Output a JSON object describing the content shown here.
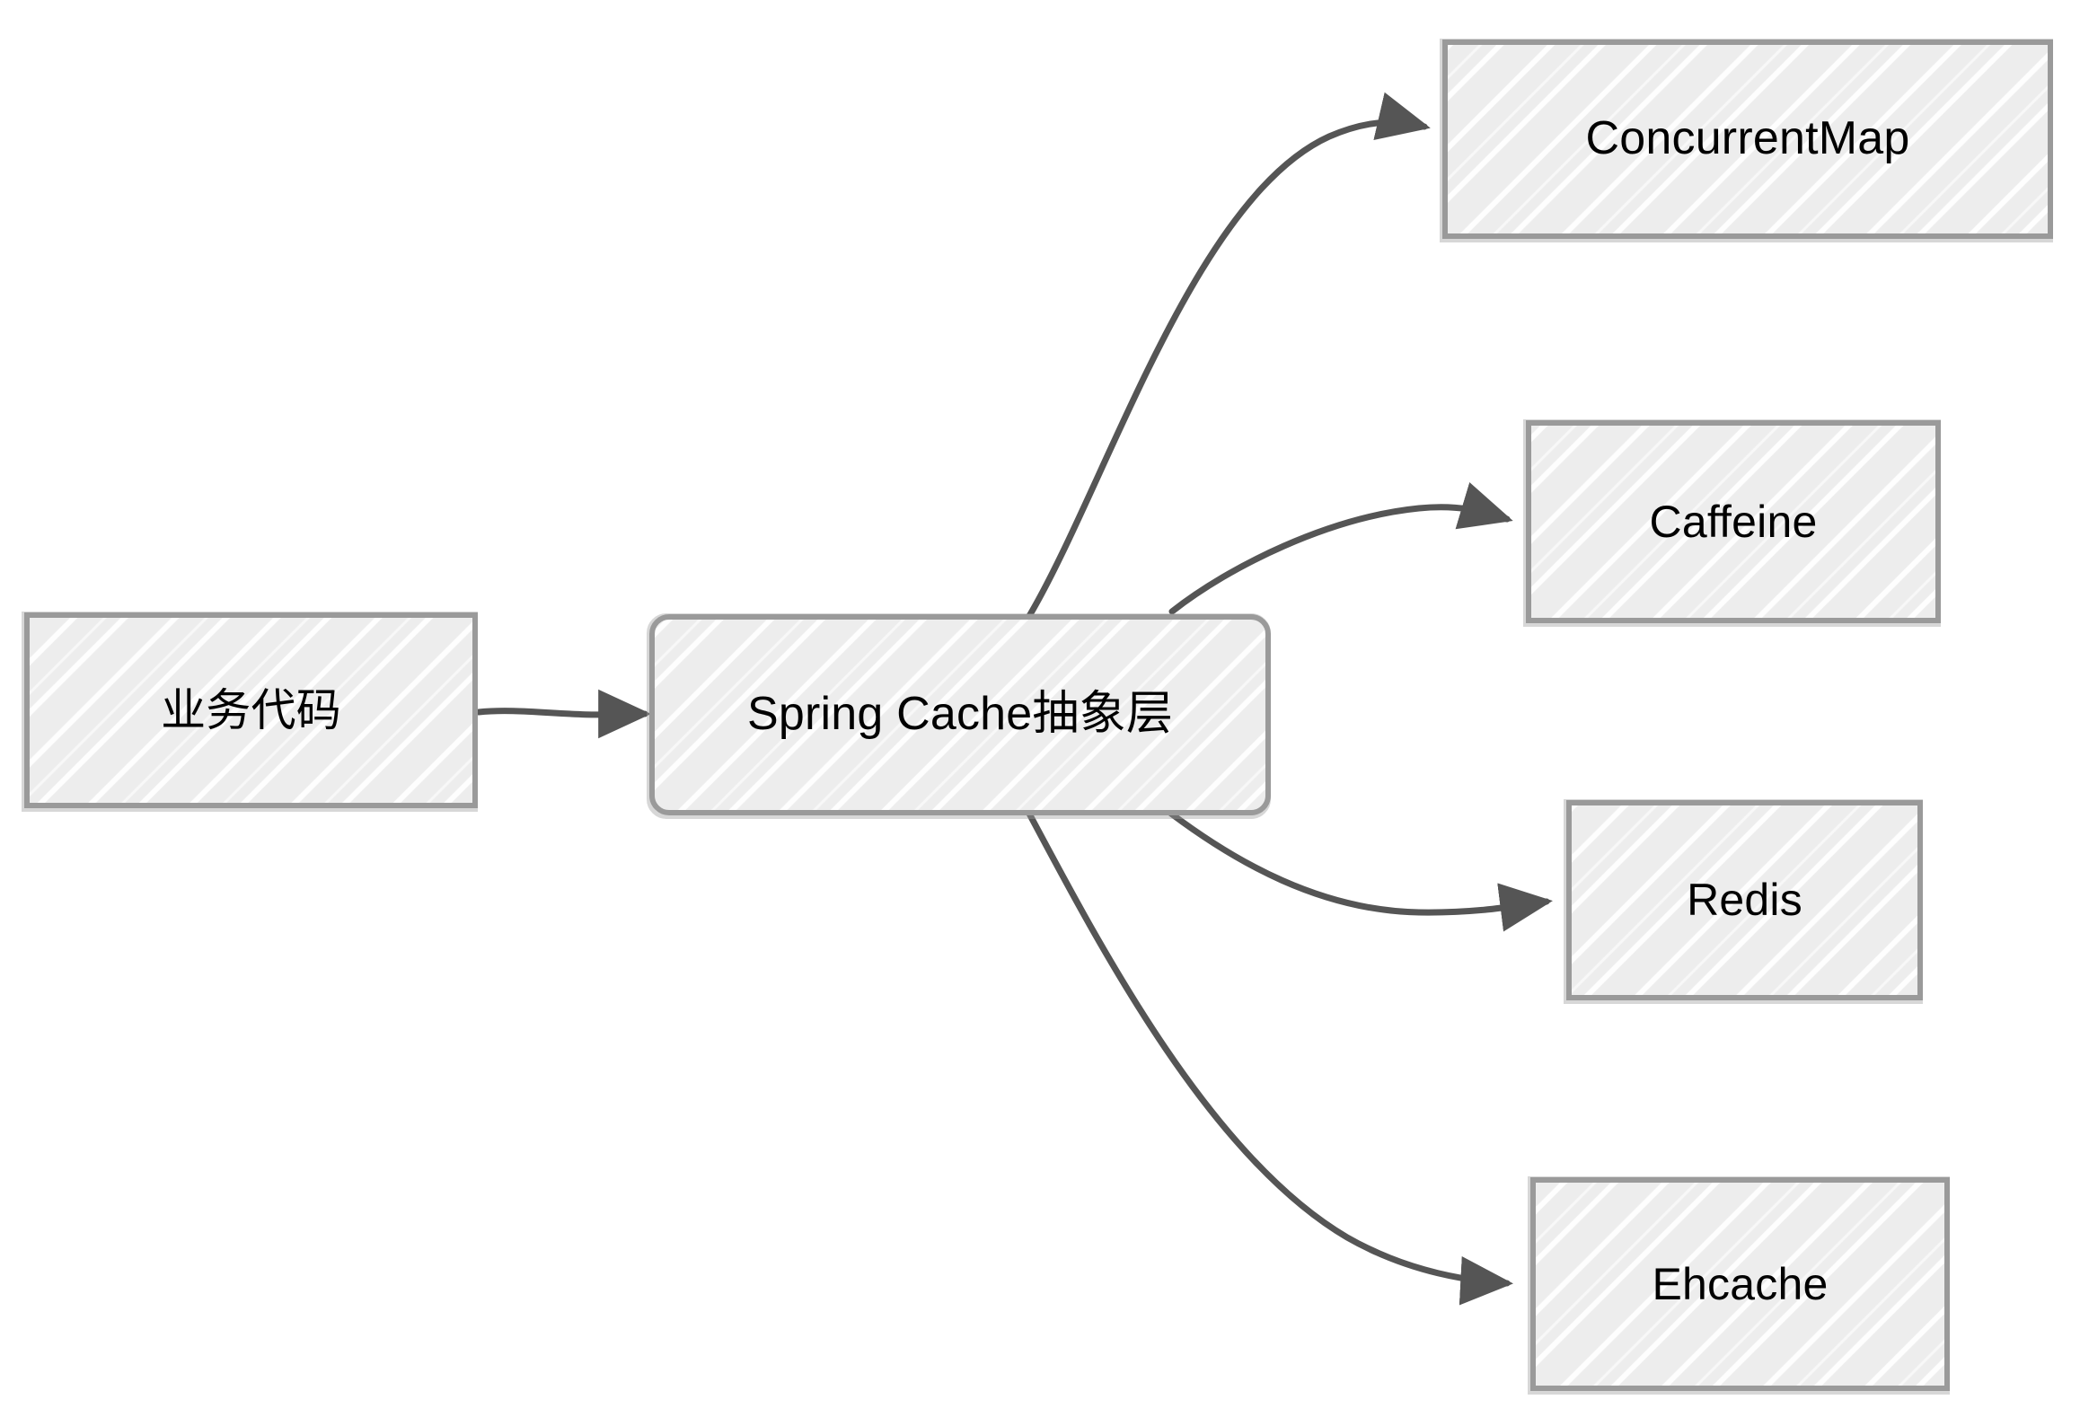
{
  "diagram": {
    "title": "Spring Cache abstraction layer architecture",
    "style": "hand-drawn sketch",
    "background_color": "#ffffff",
    "node_fill_color": "#ededed",
    "node_border_color": "#9a9a9a",
    "edge_color": "#555555",
    "text_color": "#000000",
    "nodes": [
      {
        "id": "business-code",
        "label": "业务代码",
        "shape": "rectangle"
      },
      {
        "id": "spring-cache",
        "label": "Spring Cache抽象层",
        "shape": "rounded-rectangle"
      },
      {
        "id": "concurrentmap",
        "label": "ConcurrentMap",
        "shape": "rectangle"
      },
      {
        "id": "caffeine",
        "label": "Caffeine",
        "shape": "rectangle"
      },
      {
        "id": "redis",
        "label": "Redis",
        "shape": "rectangle"
      },
      {
        "id": "ehcache",
        "label": "Ehcache",
        "shape": "rectangle"
      }
    ],
    "edges": [
      {
        "from": "business-code",
        "to": "spring-cache",
        "label": "",
        "arrow": "single",
        "kind": "straight"
      },
      {
        "from": "spring-cache",
        "to": "concurrentmap",
        "label": "",
        "arrow": "single",
        "kind": "curve"
      },
      {
        "from": "spring-cache",
        "to": "caffeine",
        "label": "",
        "arrow": "single",
        "kind": "curve"
      },
      {
        "from": "spring-cache",
        "to": "redis",
        "label": "",
        "arrow": "single",
        "kind": "curve"
      },
      {
        "from": "spring-cache",
        "to": "ehcache",
        "label": "",
        "arrow": "single",
        "kind": "curve"
      }
    ]
  }
}
